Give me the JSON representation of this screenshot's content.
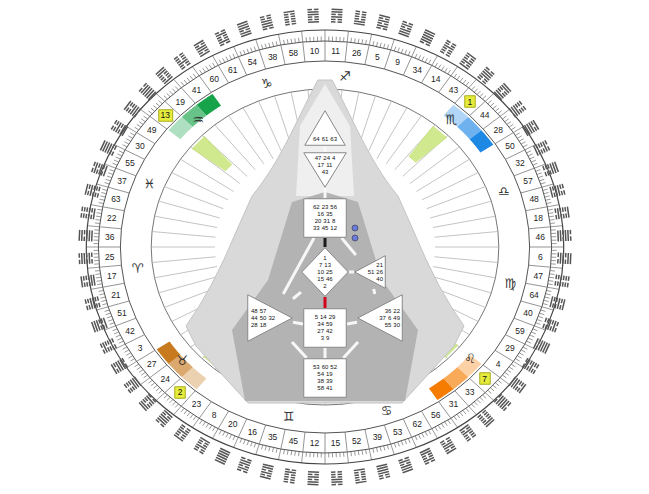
{
  "diagram": {
    "nodes": [
      {
        "text": [
          "13"
        ]
      },
      {
        "text": [
          "1"
        ]
      },
      {
        "text": [
          "64",
          "61",
          "63"
        ]
      },
      {
        "text": [
          "47",
          "24",
          "4",
          "17",
          "11",
          "43"
        ]
      },
      {
        "text": [
          "62",
          "23",
          "56",
          "16",
          "35",
          "20",
          "31",
          "8",
          "33",
          "45",
          "12"
        ]
      },
      {
        "text": [
          "1",
          "7",
          "13",
          "10",
          "25",
          "15",
          "46",
          "2"
        ]
      },
      {
        "text": [
          "21",
          "51",
          "26",
          "40"
        ]
      },
      {
        "text": [
          "48",
          "57",
          "44",
          "50",
          "32",
          "28",
          "18"
        ]
      },
      {
        "text": [
          "36",
          "22",
          "37",
          "6",
          "49",
          "55",
          "30"
        ]
      },
      {
        "text": [
          "5",
          "14",
          "29",
          "34",
          "59",
          "27",
          "42",
          "3",
          "9"
        ]
      },
      {
        "text": [
          "53",
          "60",
          "52",
          "54",
          "19",
          "38",
          "39",
          "58",
          "41"
        ]
      },
      {
        "text": [
          "7"
        ]
      },
      {
        "text": [
          "2"
        ]
      }
    ],
    "edges": [
      {
        "from": 2,
        "to": 3,
        "arrow": "none"
      },
      {
        "from": 3,
        "to": 4,
        "arrow": "none"
      },
      {
        "from": 4,
        "to": 5,
        "arrow": "none"
      },
      {
        "from": 4,
        "to": 7,
        "arrow": "none"
      },
      {
        "from": 4,
        "to": 6,
        "arrow": "none"
      },
      {
        "from": 5,
        "to": 6,
        "arrow": "none"
      },
      {
        "from": 5,
        "to": 9,
        "arrow": "none"
      },
      {
        "from": 5,
        "to": 7,
        "arrow": "none"
      },
      {
        "from": 6,
        "to": 8,
        "arrow": "none"
      },
      {
        "from": 7,
        "to": 9,
        "arrow": "none"
      },
      {
        "from": 8,
        "to": 9,
        "arrow": "none"
      },
      {
        "from": 7,
        "to": 10,
        "arrow": "none"
      },
      {
        "from": 8,
        "to": 10,
        "arrow": "none"
      },
      {
        "from": 9,
        "to": 10,
        "arrow": "none"
      }
    ],
    "labels": [
      "11",
      "26",
      "5",
      "9",
      "34",
      "14",
      "43",
      "44",
      "28",
      "50",
      "32",
      "57",
      "48",
      "18",
      "46",
      "6",
      "47",
      "64",
      "40",
      "59",
      "29",
      "4",
      "33",
      "31",
      "56",
      "62",
      "53",
      "39",
      "52",
      "15",
      "12",
      "45",
      "35",
      "16",
      "20",
      "8",
      "23",
      "24",
      "27",
      "3",
      "42",
      "51",
      "21",
      "17",
      "25",
      "36",
      "22",
      "63",
      "37",
      "55",
      "30",
      "49",
      "19",
      "41",
      "60",
      "61",
      "54",
      "38",
      "58",
      "10",
      "♐",
      "♏",
      "♎",
      "♍",
      "♌",
      "♋",
      "♊",
      "♉",
      "♈",
      "♓",
      "♒",
      "♑"
    ]
  }
}
